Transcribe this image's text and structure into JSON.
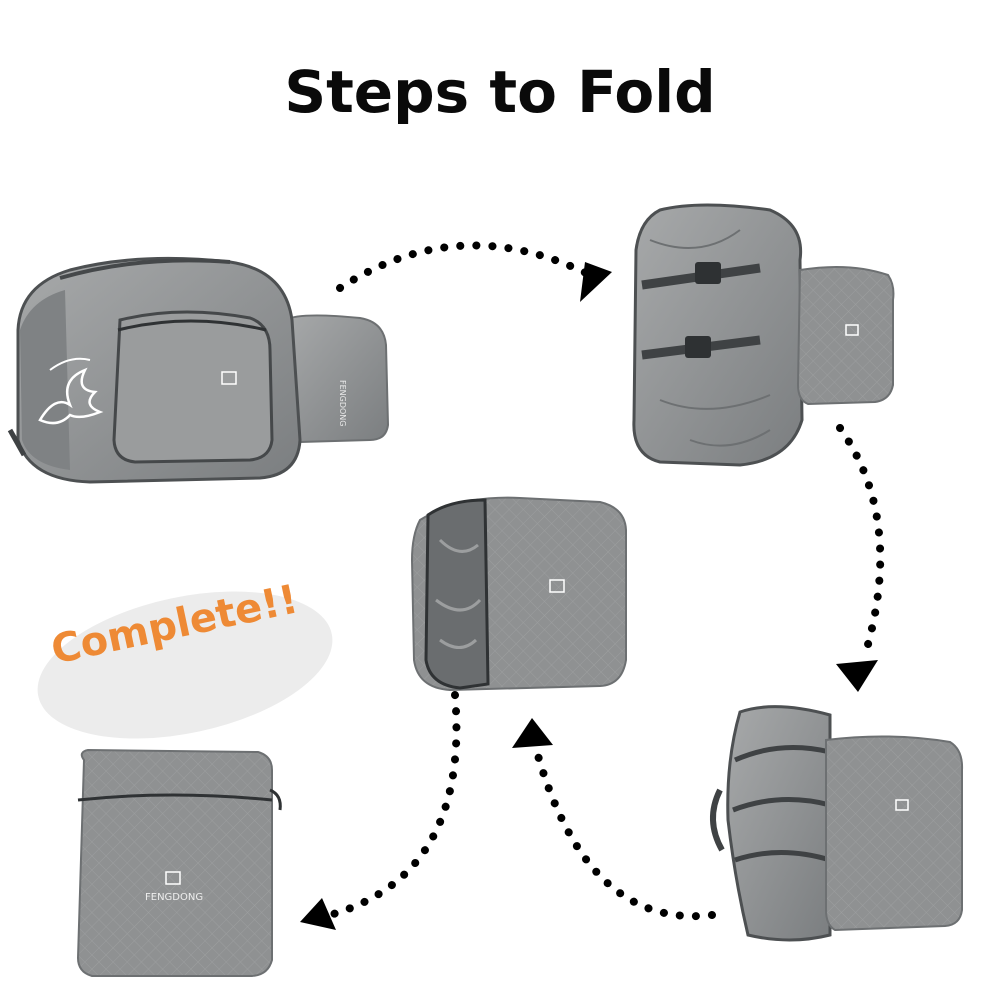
{
  "title": "Steps to Fold",
  "badge": {
    "text": "Complete!!"
  },
  "brand": "FENGDONG",
  "colors": {
    "bag": "#8f9192",
    "bag_dark": "#5d6062",
    "bag_light": "#b4b6b7",
    "strap": "#3f4244",
    "arrow": "#000000",
    "badge_bg": "#ececec",
    "badge_text": "#ee8a35"
  },
  "icons": [
    "fengdong-logo",
    "dotted-arrow",
    "arrowhead"
  ]
}
